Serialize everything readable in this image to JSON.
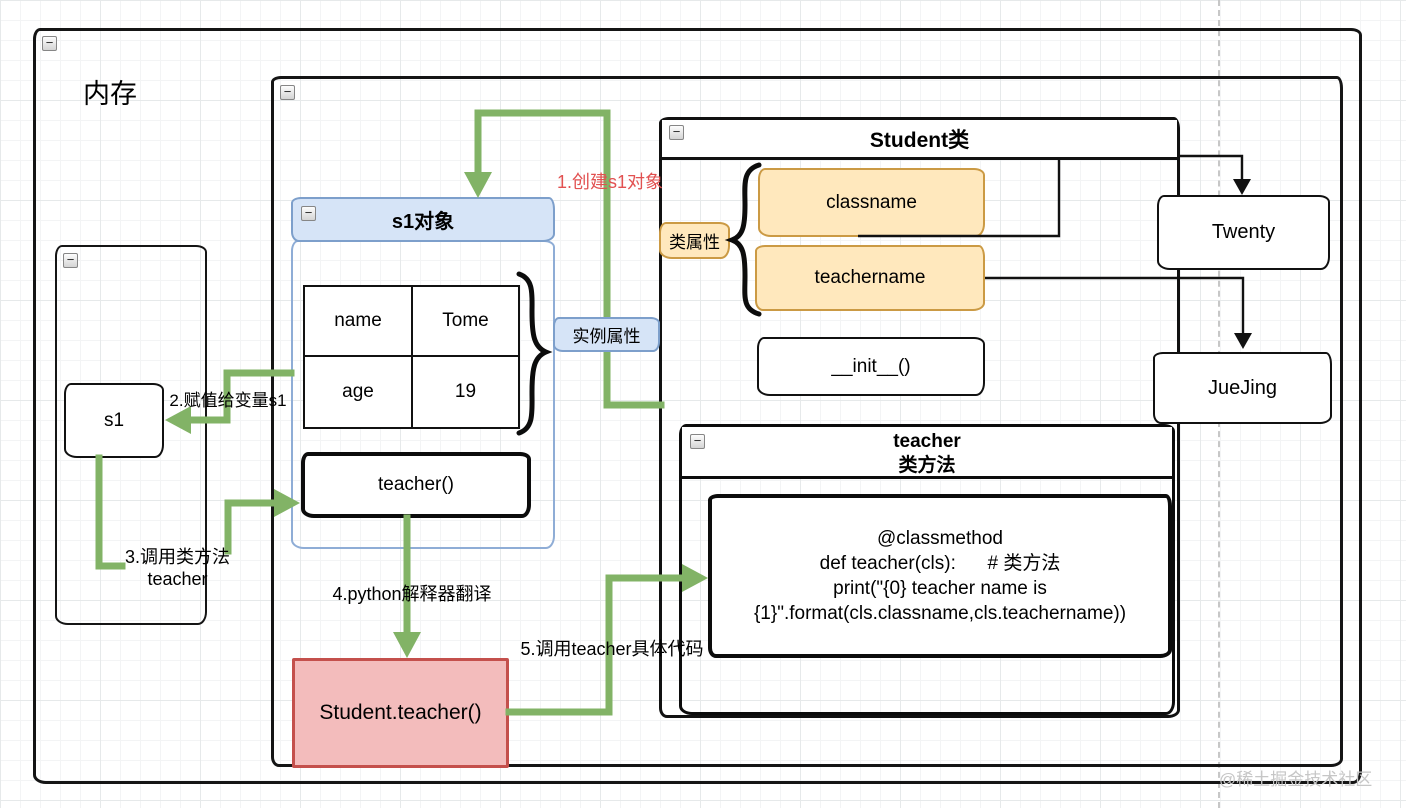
{
  "icons": {
    "collapse_icon": "−"
  },
  "colors": {
    "green_arrow": "#82b366",
    "red_label": "#e25151",
    "blue_fill": "#d6e4f7",
    "blue_stroke": "#7d9fcb",
    "yellow_fill": "#ffe8bd",
    "yellow_stroke": "#cb9a44",
    "pink_fill": "#f3bcbc",
    "pink_stroke": "#c4504c"
  },
  "diagram": {
    "memory_label": "内存",
    "s1_object": {
      "title": "s1对象",
      "table": [
        [
          "name",
          "Tome"
        ],
        [
          "age",
          "19"
        ]
      ],
      "method": "teacher()"
    },
    "instance_attrs_label": "实例属性",
    "student_class": {
      "title": "Student类",
      "class_attrs_label": "类属性",
      "attrs": [
        "classname",
        "teachername"
      ],
      "init": "__init__()",
      "teacher_method": {
        "title_line1": "teacher",
        "title_line2": "类方法",
        "code": [
          "@classmethod",
          "def teacher(cls):      # 类方法",
          "print(\"{0} teacher name is",
          "{1}\".format(cls.classname,cls.teachername))"
        ]
      }
    },
    "value_boxes": {
      "twenty": "Twenty",
      "juejing": "JueJing"
    },
    "s1_var": "s1",
    "call_box": "Student.teacher()",
    "steps": {
      "step1": "1.创建s1对象",
      "step2": "2.赋值给变量s1",
      "step3a": "3.调用类方法",
      "step3b": "teacher",
      "step4": "4.python解释器翻译",
      "step5": "5.调用teacher具体代码"
    },
    "watermark": "@稀土掘金技术社区"
  }
}
